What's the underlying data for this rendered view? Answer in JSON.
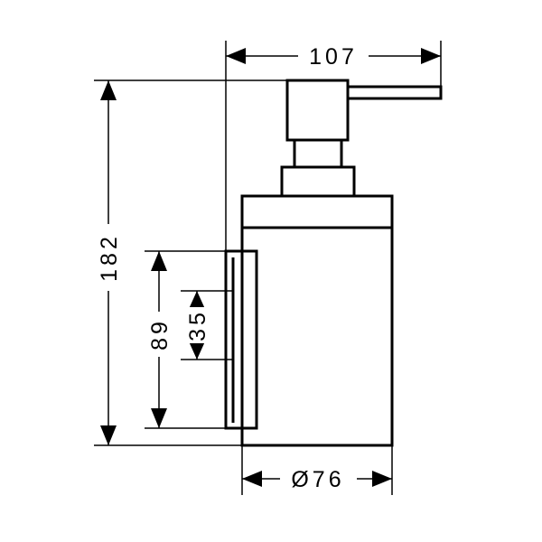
{
  "dimensions": {
    "width_total": "107",
    "height_total": "182",
    "mount_height": "89",
    "bracket_height": "35",
    "diameter": "Ø76"
  },
  "colors": {
    "line": "#000000",
    "background": "#ffffff"
  }
}
